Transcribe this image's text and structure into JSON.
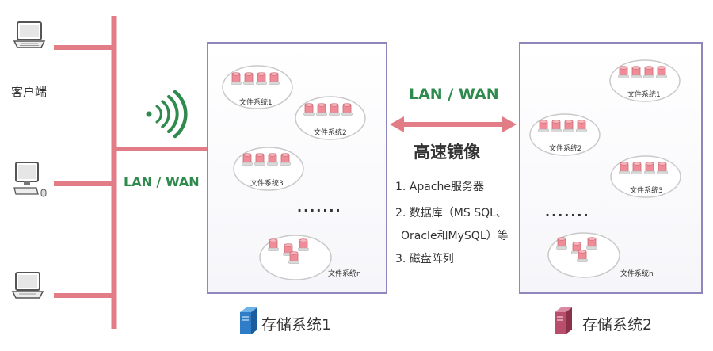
{
  "clients": {
    "label": "客户端"
  },
  "network": {
    "left_label": "LAN / WAN",
    "middle_label": "LAN / WAN"
  },
  "mirror": {
    "title": "高速镜像",
    "items": [
      "1. Apache服务器",
      "2. 数据库（MS SQL、",
      "Oracle和MySQL）等",
      "3. 磁盘阵列"
    ]
  },
  "storage1": {
    "label": "存储系统1",
    "ellipsis": ".......",
    "filesystems": [
      "文件系统1",
      "文件系统2",
      "文件系统3",
      "文件系统n"
    ]
  },
  "storage2": {
    "label": "存储系统2",
    "ellipsis": ".......",
    "filesystems": [
      "文件系统1",
      "文件系统2",
      "文件系统3",
      "文件系统n"
    ]
  },
  "colors": {
    "bus": "#e27c86",
    "box_border": "#8d87bc",
    "lan_text": "#2f8a4e",
    "server1": "#2e7dc6",
    "server2": "#b84e6a"
  }
}
